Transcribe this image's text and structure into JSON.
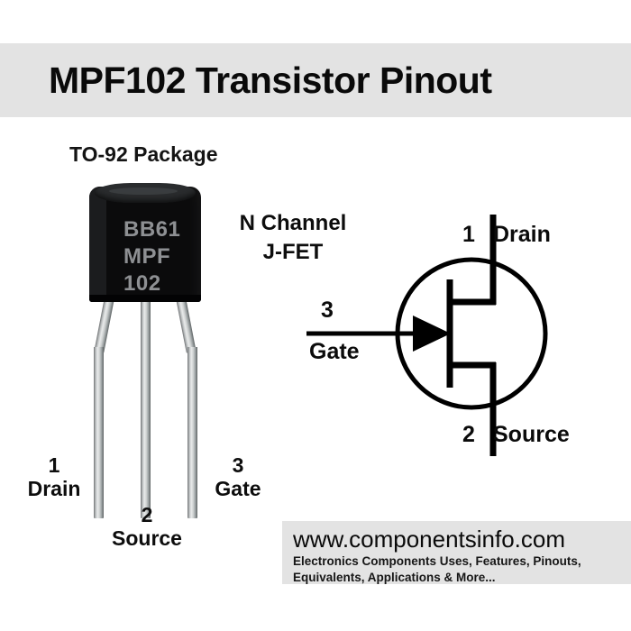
{
  "title": {
    "text": "MPF102 Transistor Pinout",
    "banner_color": "#e3e3e3"
  },
  "package": {
    "caption": "TO-92 Package",
    "markings": [
      "BB61",
      "MPF",
      "102"
    ],
    "body_color": "#0b0b0c",
    "marking_color": "#8e9093"
  },
  "device_type": {
    "line1": "N Channel",
    "line2": "J-FET"
  },
  "photo_pins": [
    {
      "number": "1",
      "name": "Drain"
    },
    {
      "number": "2",
      "name": "Source"
    },
    {
      "number": "3",
      "name": "Gate"
    }
  ],
  "schematic": {
    "drain": {
      "number": "1",
      "label": "Drain"
    },
    "source": {
      "number": "2",
      "label": "Source"
    },
    "gate": {
      "number": "3",
      "label": "Gate"
    },
    "line_color": "#000000"
  },
  "footer": {
    "url": "www.componentsinfo.com",
    "tagline": "Electronics Components Uses, Features, Pinouts, Equivalents, Applications & More...",
    "banner_color": "#e3e3e3"
  }
}
